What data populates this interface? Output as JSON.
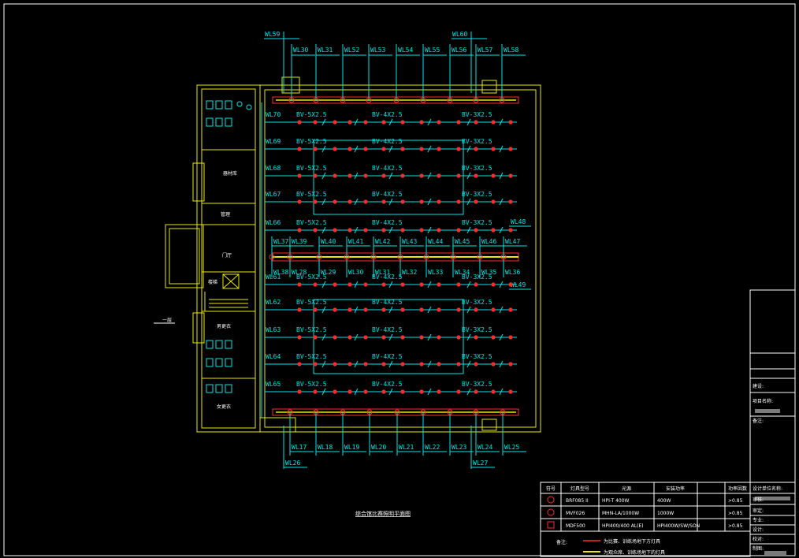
{
  "drawing": {
    "title": "综合馆比赛照明平面图",
    "side_note": "一层"
  },
  "colors": {
    "background": "#000000",
    "wall": "#e8e800",
    "cyan": "#00e6e6",
    "red": "#ff2a2a",
    "white": "#ffffff"
  },
  "top_circuits_long": [
    "WL59",
    "WL60"
  ],
  "top_circuits": [
    "WL30",
    "WL31",
    "WL52",
    "WL53",
    "WL54",
    "WL55",
    "WL56",
    "WL57",
    "WL58"
  ],
  "bottom_circuits": [
    "WL17",
    "WL18",
    "WL19",
    "WL20",
    "WL21",
    "WL22",
    "WL23",
    "WL24",
    "WL25"
  ],
  "bottom_circuits_long": [
    "WL26",
    "WL27"
  ],
  "mid_top_circuits": [
    "WL37",
    "WL39",
    "WL40",
    "WL41",
    "WL42",
    "WL43",
    "WL44",
    "WL45",
    "WL46",
    "WL47"
  ],
  "mid_bottom_circuits": [
    "WL38",
    "WL28",
    "WL29",
    "WL30",
    "WL31",
    "WL32",
    "WL33",
    "WL34",
    "WL35",
    "WL36"
  ],
  "mid_right_circuits": [
    "WL48",
    "WL49"
  ],
  "rows": [
    {
      "circuit": "WL70",
      "cables": [
        "BV-5X2.5",
        "BV-4X2.5",
        "BV-3X2.5"
      ]
    },
    {
      "circuit": "WL69",
      "cables": [
        "BV-5X2.5",
        "BV-4X2.5",
        "BV-3X2.5"
      ]
    },
    {
      "circuit": "WL68",
      "cables": [
        "BV-5X2.5",
        "BV-4X2.5",
        "BV-3X2.5"
      ]
    },
    {
      "circuit": "WL67",
      "cables": [
        "BV-5X2.5",
        "BV-4X2.5",
        "BV-3X2.5"
      ]
    },
    {
      "circuit": "WL66",
      "cables": [
        "BV-5X2.5",
        "BV-4X2.5",
        "BV-3X2.5"
      ]
    },
    {
      "circuit": "WL61",
      "cables": [
        "BV-5X2.5",
        "BV-4X2.5",
        "BV-3X2.5"
      ]
    },
    {
      "circuit": "WL62",
      "cables": [
        "BV-5X2.5",
        "BV-4X2.5",
        "BV-3X2.5"
      ]
    },
    {
      "circuit": "WL63",
      "cables": [
        "BV-5X2.5",
        "BV-4X2.5",
        "BV-3X2.5"
      ]
    },
    {
      "circuit": "WL64",
      "cables": [
        "BV-5X2.5",
        "BV-4X2.5",
        "BV-3X2.5"
      ]
    },
    {
      "circuit": "WL65",
      "cables": [
        "BV-5X2.5",
        "BV-4X2.5",
        "BV-3X2.5"
      ]
    }
  ],
  "rooms": [
    "器材库",
    "管理",
    "门厅",
    "楼梯",
    "男更衣",
    "女更衣"
  ],
  "legend": {
    "headers": [
      "符号",
      "灯具型号",
      "光源",
      "安装功率",
      "功率因数"
    ],
    "rows": [
      {
        "model": "BRF085 II",
        "source": "HPI-T 400W",
        "power": "400W",
        "pf": ">0.85"
      },
      {
        "model": "MVF026",
        "source": "MHN-LA/1000W",
        "power": "1000W",
        "pf": ">0.85"
      },
      {
        "model": "MDF500",
        "source": "HPI400/400 AL(E)",
        "power": "HPI400W/SW/SON",
        "pf": ">0.85"
      }
    ],
    "note_label": "备注:",
    "notes": [
      "为比赛、训练场地下方灯具",
      "为观众席、训练场地下的灯具"
    ]
  },
  "title_block": [
    "建设:",
    "项目名称:",
    "备注:",
    "设计单位名称:",
    "审核:",
    "审定:",
    "专业:",
    "设计:",
    "校对:",
    "制图:"
  ]
}
